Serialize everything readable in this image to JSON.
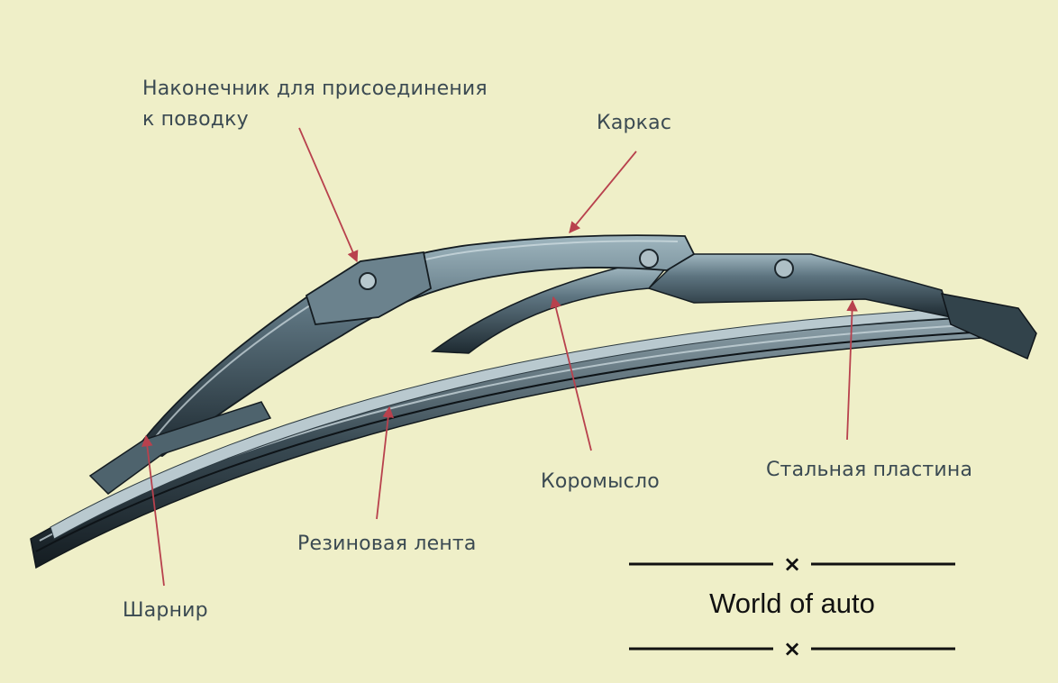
{
  "labels": {
    "tip_line1": "Наконечник для присоединения",
    "tip_line2": "к поводку",
    "frame": "Каркас",
    "rocker": "Коромысло",
    "steel_plate": "Стальная пластина",
    "rubber_strip": "Резиновая лента",
    "hinge": "Шарнир"
  },
  "watermark": {
    "text": "World of auto",
    "ornament_glyph": "×"
  },
  "colors": {
    "background": "#efefc8",
    "arrow": "#b8414d",
    "label_text": "#3b4a52",
    "blade_dark": "#1f2a32",
    "blade_mid": "#6e8590"
  }
}
